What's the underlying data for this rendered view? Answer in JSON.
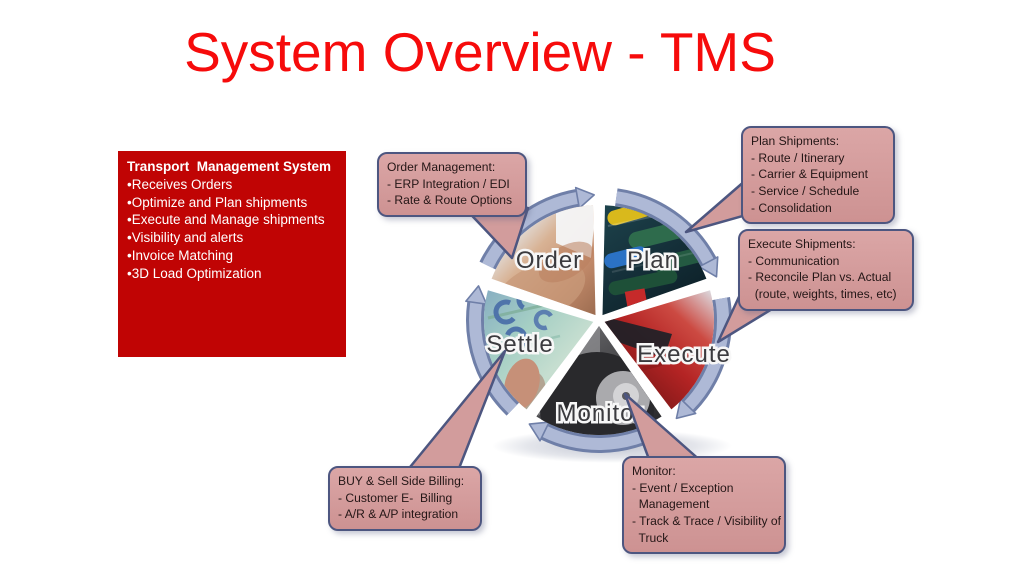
{
  "title": "System Overview - TMS",
  "colors": {
    "title_red": "#f60b0b",
    "box_red": "#c00404",
    "callout_pink": "#d49a9a",
    "callout_border": "#4d5680",
    "ring_blue": "#aeb9d6",
    "ring_border": "#6f7fa8"
  },
  "tms_box": {
    "title": "Transport  Management System",
    "items": [
      "•Receives Orders",
      "•Optimize and Plan shipments",
      "•Execute and Manage shipments",
      "•Visibility and alerts",
      "•Invoice Matching",
      "•3D Load Optimization"
    ]
  },
  "wheel": {
    "segments": [
      {
        "id": "order",
        "label": "Order"
      },
      {
        "id": "plan",
        "label": "Plan"
      },
      {
        "id": "execute",
        "label": "Execute"
      },
      {
        "id": "monitor",
        "label": "Monitor"
      },
      {
        "id": "settle",
        "label": "Settle"
      }
    ]
  },
  "callouts": {
    "order": {
      "lines": [
        "Order Management:",
        "- ERP Integration / EDI",
        "- Rate & Route Options"
      ]
    },
    "plan": {
      "lines": [
        "Plan Shipments:",
        "- Route / Itinerary",
        "- Carrier & Equipment",
        "- Service / Schedule",
        "- Consolidation"
      ]
    },
    "execute": {
      "lines": [
        "Execute Shipments:",
        "- Communication",
        "- Reconcile Plan vs. Actual",
        "  (route, weights, times, etc)"
      ]
    },
    "monitor": {
      "lines": [
        "Monitor:",
        "- Event / Exception",
        "  Management",
        "- Track & Trace / Visibility of",
        "  Truck"
      ]
    },
    "buy": {
      "lines": [
        "BUY & Sell Side Billing:",
        "- Customer E-  Billing",
        "- A/R & A/P integration"
      ]
    }
  }
}
